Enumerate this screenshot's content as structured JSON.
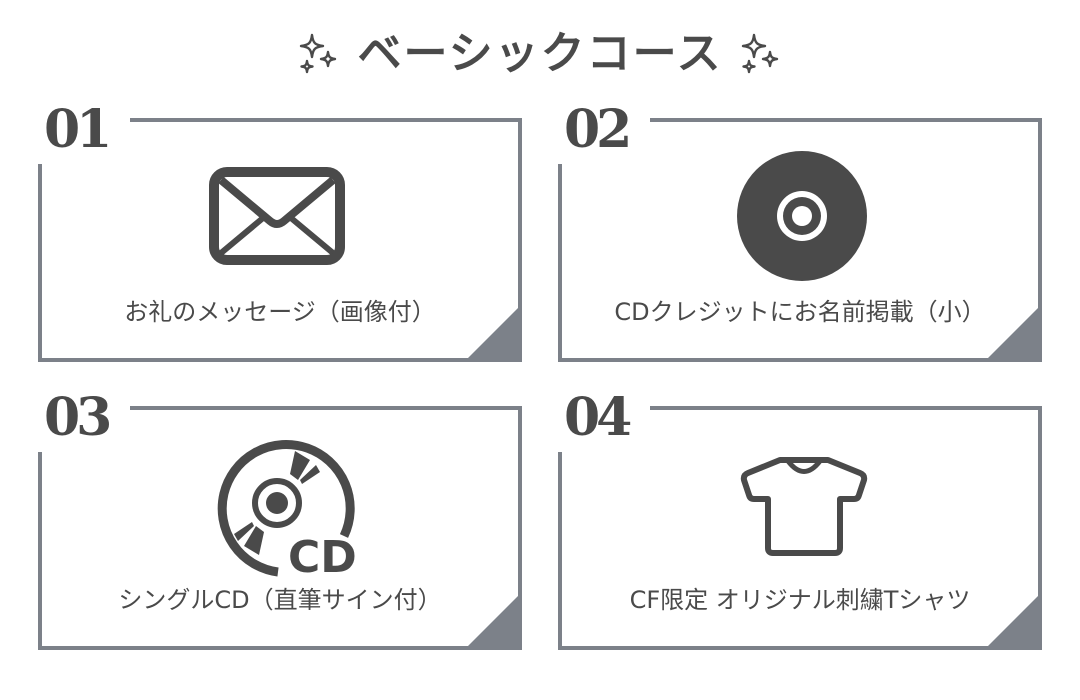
{
  "header": {
    "title": "ベーシックコース",
    "left_icon": "sparkle-icon",
    "right_icon": "sparkle-icon"
  },
  "colors": {
    "text": "#4a4a4a",
    "frame": "#7c8189",
    "background": "#ffffff"
  },
  "cards": [
    {
      "number": "01",
      "label": "お礼のメッセージ（画像付）",
      "icon": "envelope-icon"
    },
    {
      "number": "02",
      "label": "CDクレジットにお名前掲載（小）",
      "icon": "disc-icon"
    },
    {
      "number": "03",
      "label": "シングルCD（直筆サイン付）",
      "icon": "cd-disc-icon"
    },
    {
      "number": "04",
      "label": "CF限定 オリジナル刺繍Tシャツ",
      "icon": "tshirt-icon"
    }
  ]
}
